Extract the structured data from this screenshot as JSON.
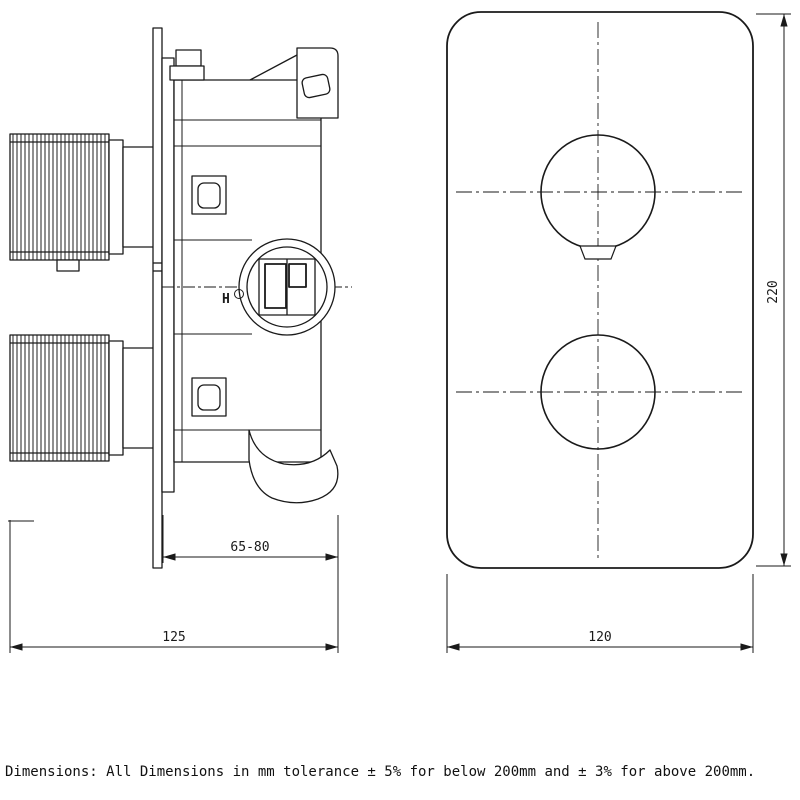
{
  "dimensions": {
    "depth_adjust": "65-80",
    "total_depth": "125",
    "faceplate_width": "120",
    "faceplate_height": "220"
  },
  "side_view": {
    "body_label": "H"
  },
  "note": "Dimensions: All Dimensions in mm tolerance ± 5% for below 200mm and ± 3% for above 200mm.",
  "colors": {
    "line": "#1a1a1a",
    "background": "#ffffff"
  }
}
